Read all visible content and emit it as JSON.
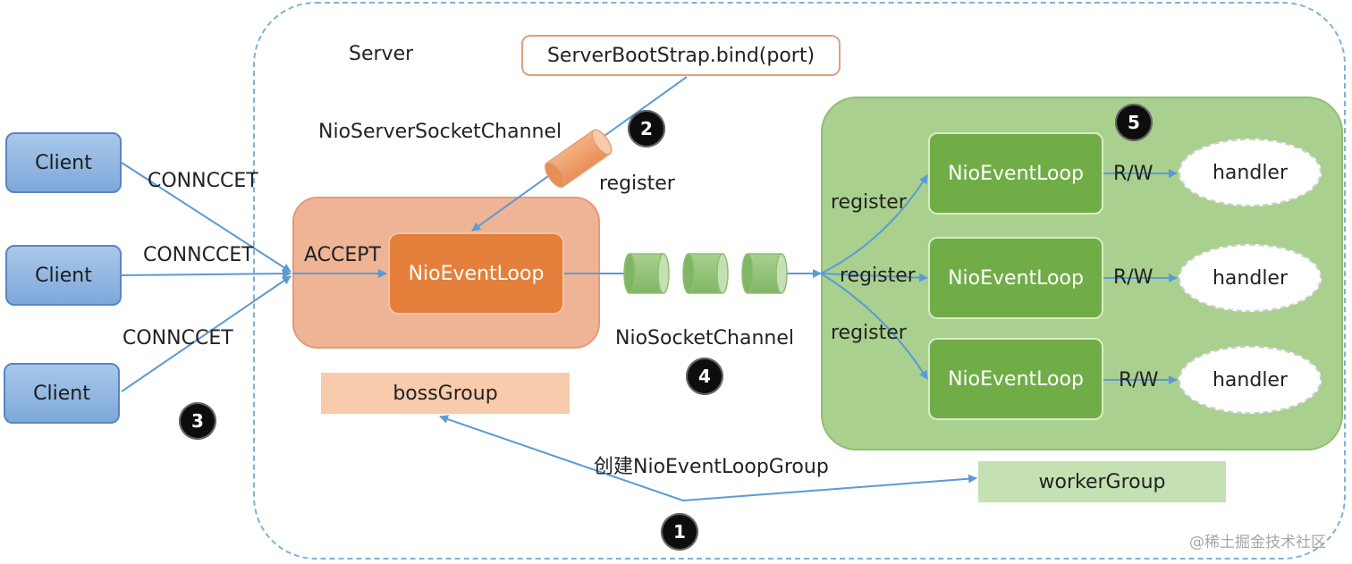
{
  "server": {
    "label": "Server",
    "bind_label": "ServerBootStrap.bind(port)"
  },
  "channels": {
    "server_channel": "NioServerSocketChannel",
    "socket_channel": "NioSocketChannel"
  },
  "clients": [
    "Client",
    "Client",
    "Client"
  ],
  "connect_labels": [
    "CONNCCET",
    "CONNCCET",
    "CONNCCET"
  ],
  "boss": {
    "accept_label": "ACCEPT",
    "event_loop": "NioEventLoop",
    "group_label": "bossGroup",
    "register_label": "register"
  },
  "worker": {
    "group_label": "workerGroup",
    "event_loops": [
      "NioEventLoop",
      "NioEventLoop",
      "NioEventLoop"
    ],
    "register_labels": [
      "register",
      "register",
      "register"
    ],
    "rw_labels": [
      "R/W",
      "R/W",
      "R/W"
    ],
    "handlers": [
      "handler",
      "handler",
      "handler"
    ]
  },
  "create_label": "创建NioEventLoopGroup",
  "steps": [
    "1",
    "2",
    "3",
    "4",
    "5"
  ],
  "watermark": "@稀土掘金技术社区",
  "colors": {
    "client": "#7ea8da",
    "boss_bg": "#efb395",
    "boss_loop": "#e57f3c",
    "worker_bg": "#a9d08e",
    "worker_loop": "#70ad47",
    "arrow": "#5b9bd5"
  }
}
